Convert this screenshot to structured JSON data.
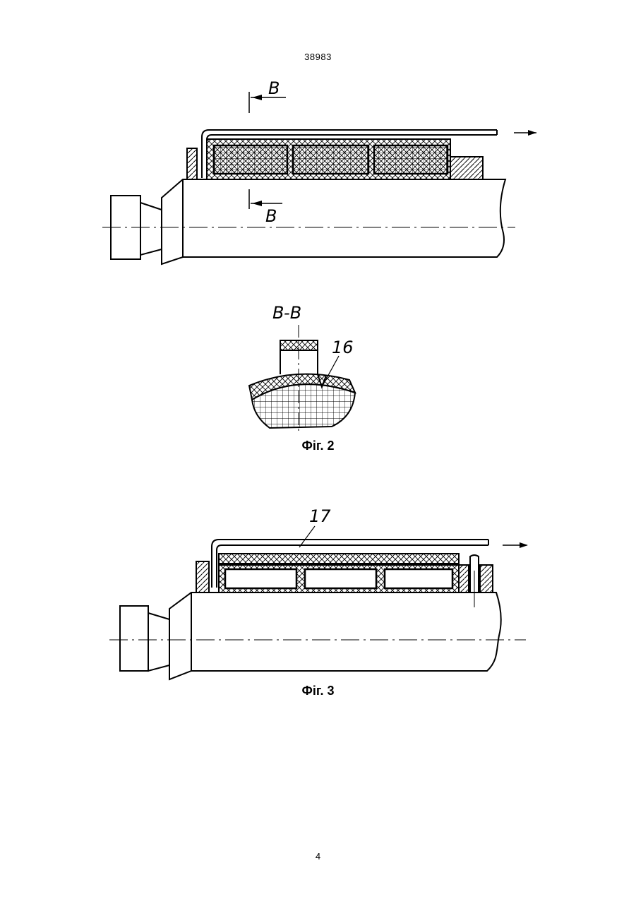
{
  "header": {
    "document_number": "38983"
  },
  "figure1": {
    "section_mark_top": "B",
    "section_mark_bottom": "B"
  },
  "figure2": {
    "section_title": "B-B",
    "callout": "16",
    "caption": "Фіг. 2"
  },
  "figure3": {
    "callout": "17",
    "caption": "Фіг. 3"
  },
  "footer": {
    "page_number": "4"
  }
}
